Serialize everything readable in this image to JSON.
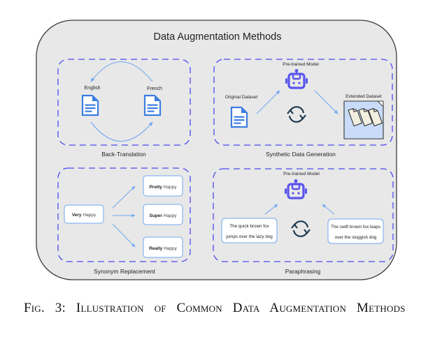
{
  "title": "Data Augmentation Methods",
  "colors": {
    "background": "#e8e8e8",
    "frame": "#3c3c3c",
    "dashed_border": "#4a4af0",
    "arrow": "#6fa8f0",
    "doc_icon": "#3b7de0",
    "robot_icon": "#5a55ee",
    "refresh_icon": "#1f3a4f",
    "card_border": "#6fa8f0",
    "extended_bg": "#c8dcfa"
  },
  "panels": {
    "back_translation": {
      "label": "Back-Translation",
      "source_language": "English",
      "target_language": "French"
    },
    "synthetic_data_generation": {
      "label": "Synthetic Data Generation",
      "model_label": "Pre-trained Model",
      "input_label": "Original Dataset",
      "output_label": "Extended Dataset"
    },
    "synonym_replacement": {
      "label": "Synonym Replacement",
      "source": {
        "bold": "Very",
        "rest": " Happy"
      },
      "outputs": [
        {
          "bold": "Pretty",
          "rest": " Happy"
        },
        {
          "bold": "Super",
          "rest": " Happy"
        },
        {
          "bold": "Really",
          "rest": " Happy"
        }
      ]
    },
    "paraphrasing": {
      "label": "Paraphrasing",
      "model_label": "Pre-trained Model",
      "left_text": [
        "The quick brown fox",
        "jumps over the lazy dog"
      ],
      "right_text": [
        "The swift brown fox leaps",
        "over the sluggish dog"
      ]
    }
  },
  "caption": "Fig. 3: Illustration of Common Data Augmentation Methods"
}
